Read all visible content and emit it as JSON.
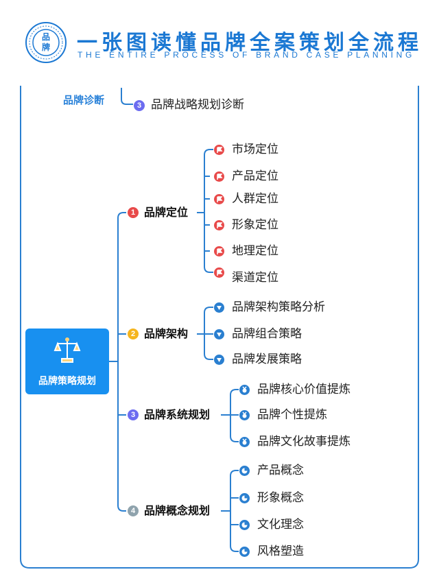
{
  "header": {
    "title": "一张图读懂品牌全案策划全流程",
    "subtitle": "THE ENTIRE PROCESS OF BRAND CASE PLANNING",
    "logo_text_top": "品",
    "logo_text_bottom": "牌"
  },
  "diagnosis": {
    "label": "品牌诊断",
    "item_num": "3",
    "item_label": "品牌战略规划诊断"
  },
  "root": {
    "label": "品牌策略规划"
  },
  "branches": [
    {
      "num": "1",
      "label": "品牌定位",
      "color": "#e84a4a",
      "children": [
        "市场定位",
        "产品定位",
        "人群定位",
        "形象定位",
        "地理定位",
        "渠道定位"
      ]
    },
    {
      "num": "2",
      "label": "品牌架构",
      "color": "#f5b51e",
      "children": [
        "品牌架构策略分析",
        "品牌组合策略",
        "品牌发展策略"
      ]
    },
    {
      "num": "3",
      "label": "品牌系统规划",
      "color": "#6c6cf0",
      "children": [
        "品牌核心价值提炼",
        "品牌个性提炼",
        "品牌文化故事提炼"
      ]
    },
    {
      "num": "4",
      "label": "品牌概念规划",
      "color": "#8fa3ad",
      "children": [
        "产品概念",
        "形象概念",
        "文化理念",
        "风格塑造"
      ]
    }
  ],
  "colors": {
    "accent": "#1b78d3",
    "root_bg": "#1890f0",
    "line": "#2a7fd0"
  }
}
